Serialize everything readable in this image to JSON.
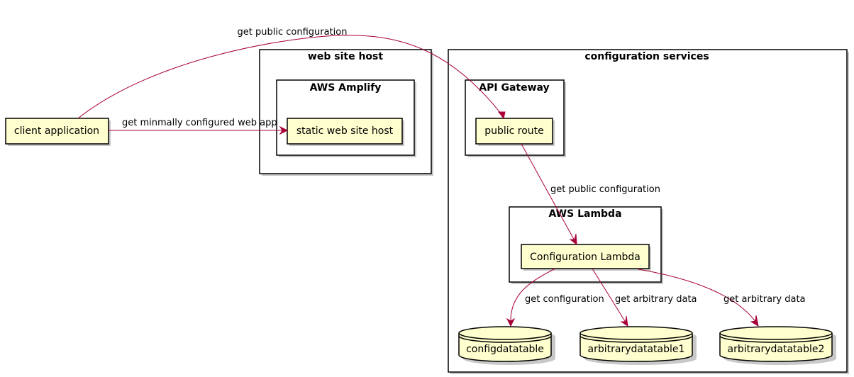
{
  "packages": {
    "web_site_host": "web site host",
    "aws_amplify": "AWS Amplify",
    "configuration_services": "configuration services",
    "api_gateway": "API Gateway",
    "aws_lambda": "AWS Lambda"
  },
  "nodes": {
    "client_application": "client application",
    "static_web_site_host": "static web site host",
    "public_route": "public route",
    "configuration_lambda": "Configuration Lambda"
  },
  "databases": {
    "configdatatable": "configdatatable",
    "arbitrarydatatable1": "arbitrarydatatable1",
    "arbitrarydatatable2": "arbitrarydatatable2"
  },
  "edges": {
    "client_to_public_route": "get public configuration",
    "client_to_static_host": "get minmally configured web app",
    "route_to_lambda": "get public configuration",
    "lambda_to_configdata": "get configuration",
    "lambda_to_arbitrary1": "get arbitrary data",
    "lambda_to_arbitrary2": "get arbitrary data"
  },
  "colors": {
    "node_fill": "#fefece",
    "edge": "#a80036",
    "border": "#000000"
  }
}
